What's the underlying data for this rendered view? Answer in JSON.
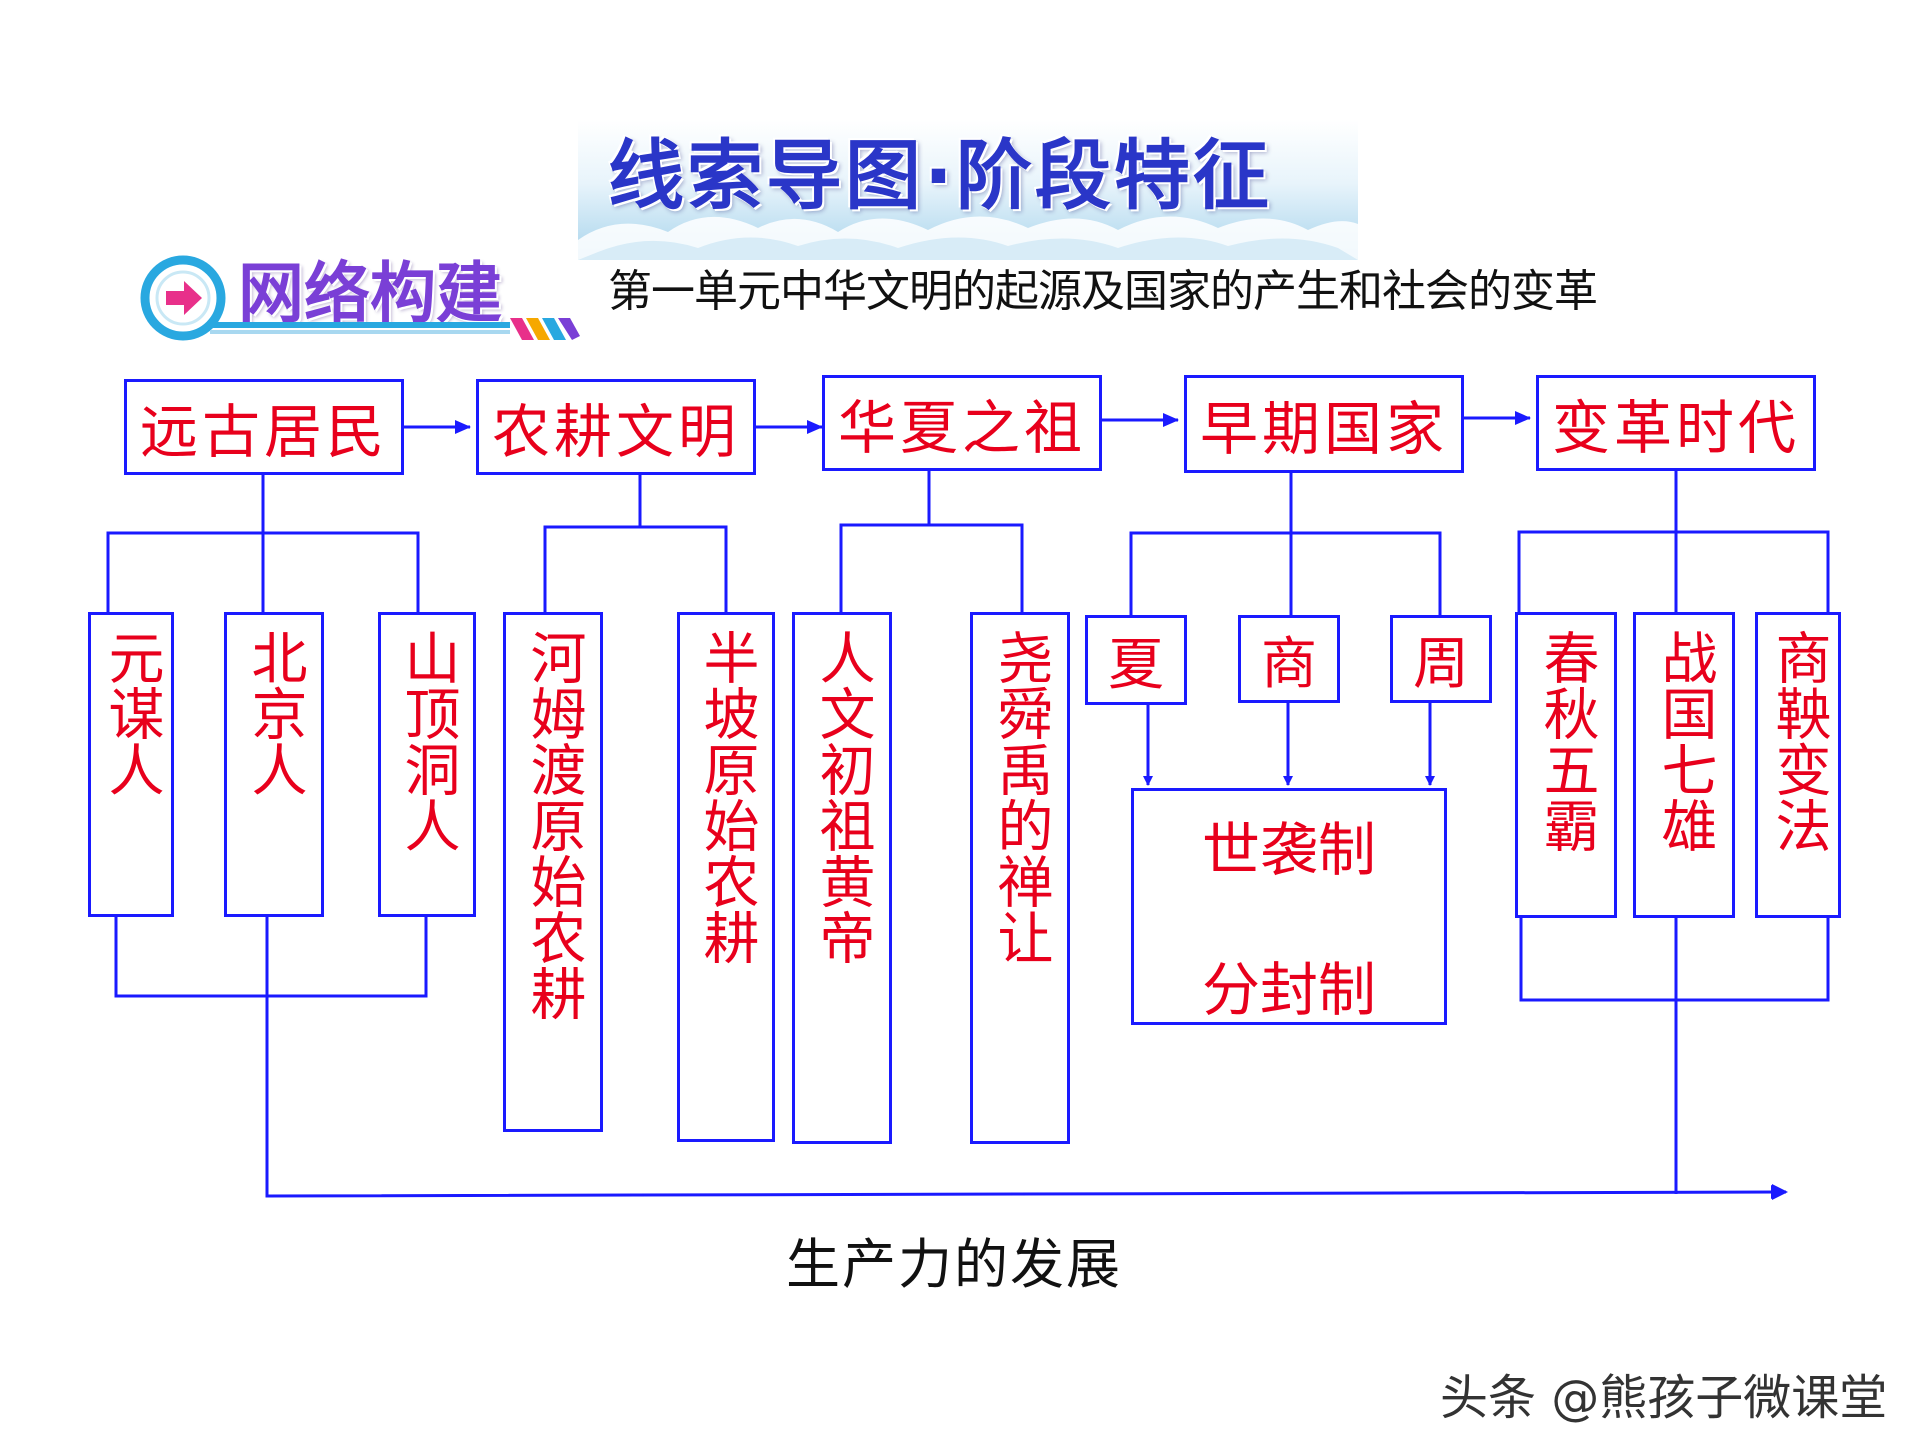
{
  "header": {
    "title": "线索导图·阶段特征",
    "section": "网络构建",
    "subtitle": "第一单元中华文明的起源及国家的产生和社会的变革"
  },
  "colors": {
    "box_border": "#1a1aff",
    "box_text": "#e8001c",
    "connector": "#1a1aff",
    "title": "#2a36c8",
    "section": "#7a3fd6"
  },
  "stages": [
    {
      "label": "远古居民",
      "children": [
        "元谋人",
        "北京人",
        "山顶洞人"
      ]
    },
    {
      "label": "农耕文明",
      "children": [
        "河姆渡原始农耕",
        "半坡原始农耕"
      ]
    },
    {
      "label": "华夏之祖",
      "children": [
        "人文初祖黄帝",
        "尧舜禹的禅让"
      ]
    },
    {
      "label": "早期国家",
      "children": [
        "夏",
        "商",
        "周"
      ],
      "systems": [
        "世袭制",
        "分封制"
      ]
    },
    {
      "label": "变革时代",
      "children": [
        "春秋五霸",
        "战国七雄",
        "商鞅变法"
      ]
    }
  ],
  "bottom_label": "生产力的发展",
  "watermark": "头条 @熊孩子微课堂"
}
